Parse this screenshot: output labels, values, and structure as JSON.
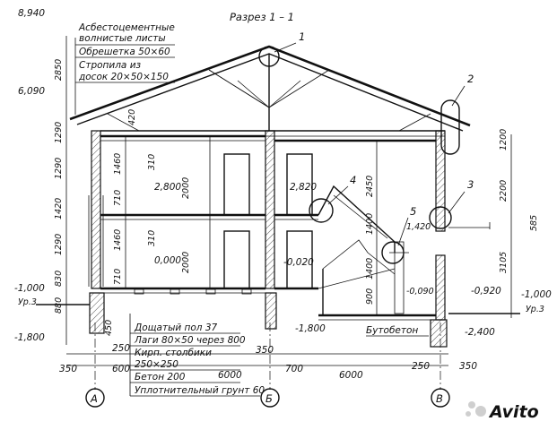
{
  "title": "Разрез 1 – 1",
  "callouts": [
    "1",
    "2",
    "3",
    "4",
    "5"
  ],
  "level_marks_left": [
    "8,940",
    "6,090",
    "-1,000",
    "-1,800"
  ],
  "level_marks_inner": [
    "2,800",
    "0,000",
    "2,820",
    "1,420",
    "-0,020",
    "-0,090",
    "-0,920",
    "-1,800",
    "-2,400"
  ],
  "level_marks_right": [
    "-1,000"
  ],
  "ur_labels": [
    "Ур.3",
    "Ур.3"
  ],
  "left_dims": [
    "2850",
    "1290",
    "1290",
    "1420",
    "1290",
    "830",
    "880",
    "450"
  ],
  "inner_dims": [
    "420",
    "1460",
    "710",
    "1460",
    "710",
    "310",
    "2000",
    "310",
    "2000",
    "2450",
    "1400",
    "900",
    "1400"
  ],
  "right_dims": [
    "1200",
    "2200",
    "585",
    "3105"
  ],
  "bottom_dims": [
    "250",
    "600",
    "350",
    "350",
    "700",
    "250",
    "350",
    "6000",
    "6000"
  ],
  "axes": [
    "А",
    "Б",
    "В"
  ],
  "roof_notes": [
    "Асбестоцементные",
    "волнистые листы",
    "Обрешетка 50×60",
    "Стропила из",
    "досок 20×50×150"
  ],
  "floor_notes": [
    "Дощатый пол 37",
    "Лаги 80×50 через 800",
    "Кирп. столбики",
    "250×250",
    "Бетон 200",
    "Уплотнительный грунт 60"
  ],
  "butobeton": "Бутобетон",
  "watermark": "Avito"
}
